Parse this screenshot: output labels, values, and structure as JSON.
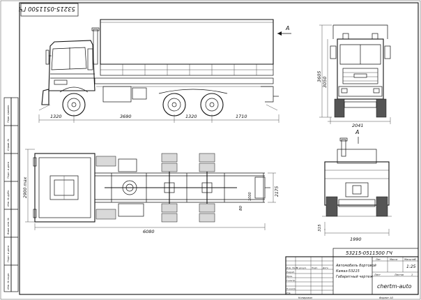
{
  "drawing": {
    "code": "53215-0511500 ГЧ",
    "view_marker": "A",
    "logo_text": "chertm-auto",
    "format_label": "Формат  А3",
    "copied_label": "Копировал"
  },
  "title_block": {
    "name_line1": "Автомобиль бортовой",
    "name_line2": "Камаз-53215",
    "name_line3": "Габаритный чертеж",
    "lit_header": "Лит.",
    "mass_header": "Масса",
    "scale_header": "Масштаб",
    "scale_value": "1:25",
    "sheet_label": "Лист",
    "sheets_label": "Листов",
    "sheets_value": "1",
    "rows": [
      "Изм. Лист",
      "№ докум.",
      "Подп.",
      "Дата",
      "Разраб.",
      "Пров.",
      "Т.контр.",
      "Н.контр.",
      "Утв."
    ]
  },
  "dimensions": {
    "side_bottom": [
      "1320",
      "3690",
      "1320",
      "1710"
    ],
    "front_width": "2041",
    "front_height_total": "3605",
    "front_height_body": "3050",
    "plan_width": "2900 max",
    "plan_length": "6080",
    "plan_track": "2175",
    "plan_small": "80",
    "plan_side": "1000",
    "rear_width": "1990",
    "rear_height": "315"
  },
  "side_stamp": [
    "Инв. № подл.",
    "Подп. и дата",
    "Взам. инв. №",
    "Инв. № дубл.",
    "Подп. и дата",
    "Справ. №",
    "Перв. примен."
  ]
}
